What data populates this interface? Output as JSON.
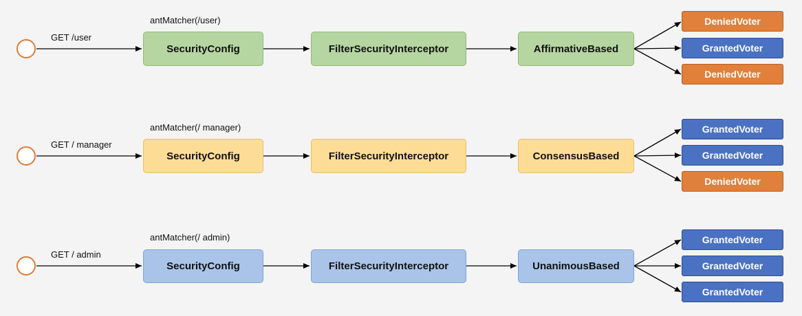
{
  "colors": {
    "denied_voter": "#e0803b",
    "granted_voter": "#4a71c2",
    "row1_fill": "#b5d5a1",
    "row2_fill": "#fddc96",
    "row3_fill": "#a9c4e8",
    "start_circle": "#e07b39"
  },
  "rows": [
    {
      "request": "GET /user",
      "matcher": "antMatcher(/user)",
      "config": "SecurityConfig",
      "interceptor": "FilterSecurityInterceptor",
      "manager": "AffirmativeBased",
      "voters": [
        "DeniedVoter",
        "GrantedVoter",
        "DeniedVoter"
      ]
    },
    {
      "request": "GET / manager",
      "matcher": "antMatcher(/ manager)",
      "config": "SecurityConfig",
      "interceptor": "FilterSecurityInterceptor",
      "manager": "ConsensusBased",
      "voters": [
        "GrantedVoter",
        "GrantedVoter",
        "DeniedVoter"
      ]
    },
    {
      "request": "GET / admin",
      "matcher": "antMatcher(/ admin)",
      "config": "SecurityConfig",
      "interceptor": "FilterSecurityInterceptor",
      "manager": "UnanimousBased",
      "voters": [
        "GrantedVoter",
        "GrantedVoter",
        "GrantedVoter"
      ]
    }
  ]
}
